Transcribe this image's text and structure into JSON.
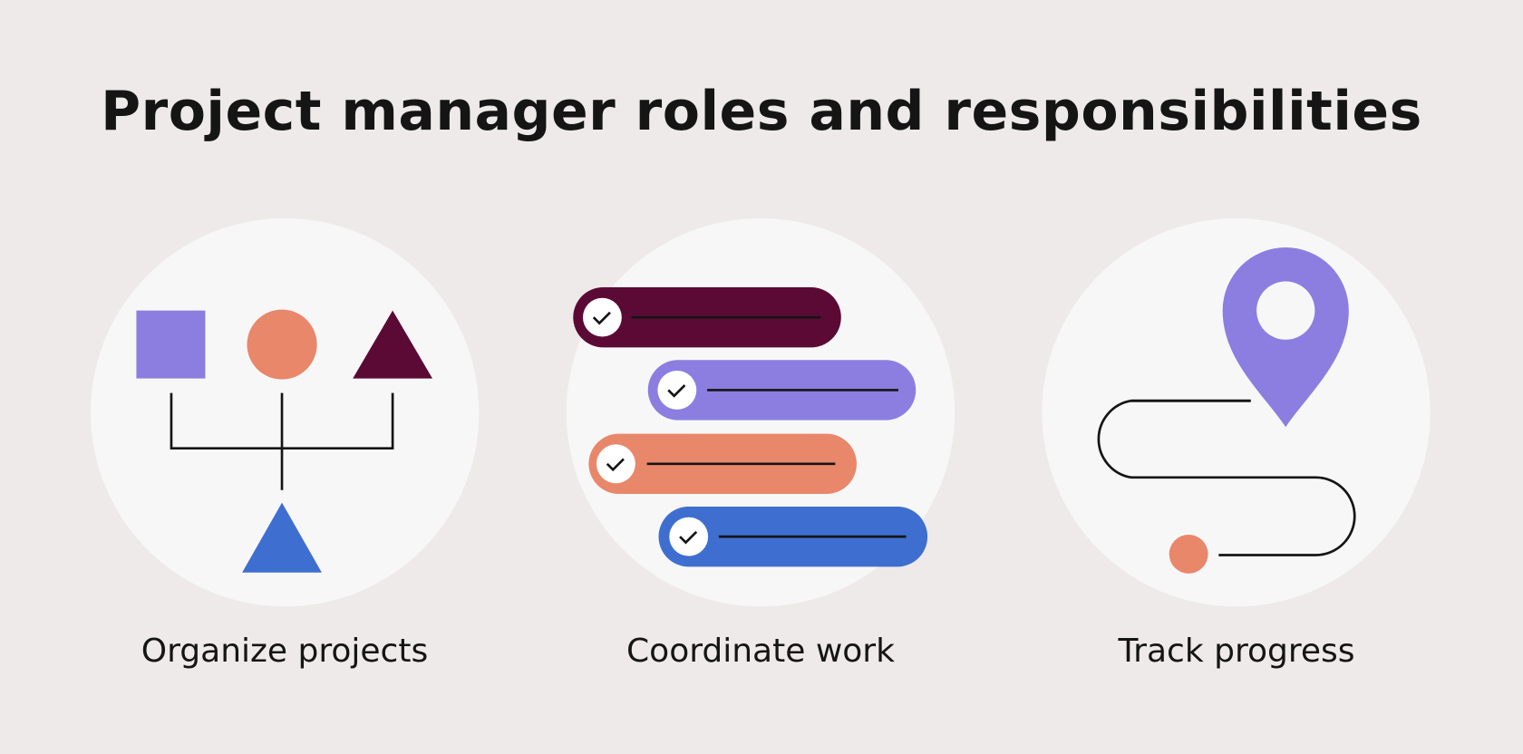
{
  "title": "Project manager roles and responsibilities",
  "sections": [
    {
      "label": "Organize projects",
      "icon": "hierarchy-shapes"
    },
    {
      "label": "Coordinate work",
      "icon": "checklist-bars"
    },
    {
      "label": "Track progress",
      "icon": "map-pin-route"
    }
  ],
  "colors": {
    "background": "#eeeaea",
    "circle": "#f8f7f7",
    "purple": "#8c7ee0",
    "orange": "#e8876a",
    "maroon": "#5a0a35",
    "blue": "#3e6fd0",
    "ink": "#151515"
  }
}
